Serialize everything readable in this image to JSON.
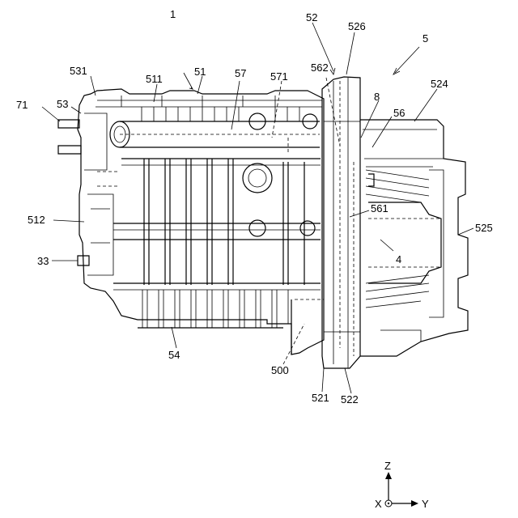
{
  "figure": {
    "labels": {
      "l1": "1",
      "l52": "52",
      "l526": "526",
      "l5": "5",
      "l531": "531",
      "l511": "511",
      "l51": "51",
      "l57": "57",
      "l571": "571",
      "l562": "562",
      "l524": "524",
      "l8": "8",
      "l56": "56",
      "l71": "71",
      "l53": "53",
      "l561": "561",
      "l512": "512",
      "l525": "525",
      "l33": "33",
      "l4": "4",
      "l54": "54",
      "l500": "500",
      "l521": "521",
      "l522": "522"
    },
    "axes": {
      "z": "Z",
      "x": "X",
      "y": "Y"
    }
  }
}
